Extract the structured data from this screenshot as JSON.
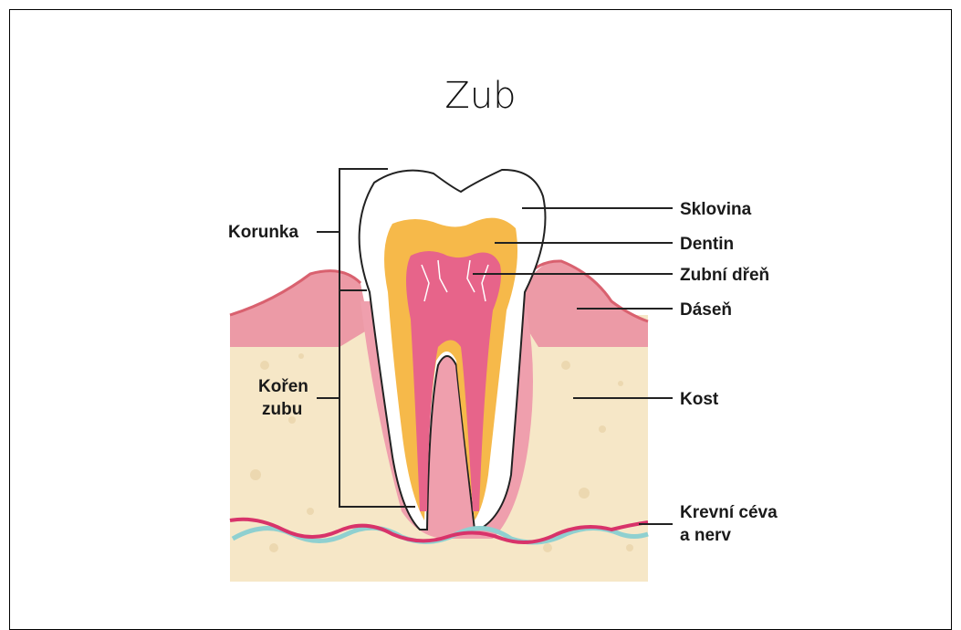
{
  "title": "Zub",
  "labels": {
    "crown": "Korunka",
    "root_line1": "Kořen",
    "root_line2": "zubu",
    "enamel": "Sklovina",
    "dentin": "Dentin",
    "pulp": "Zubní dřeň",
    "gum": "Dáseň",
    "bone": "Kost",
    "vessel_line1": "Krevní céva",
    "vessel_line2": "a nerv"
  },
  "colors": {
    "bone": "#f6e7c7",
    "gum": "#ec9aa6",
    "gum_dark": "#d9616f",
    "enamel": "#ffffff",
    "dentin": "#f6b94a",
    "pulp": "#e7648a",
    "vessel": "#d8336a",
    "nerve": "#8fd0d0"
  }
}
